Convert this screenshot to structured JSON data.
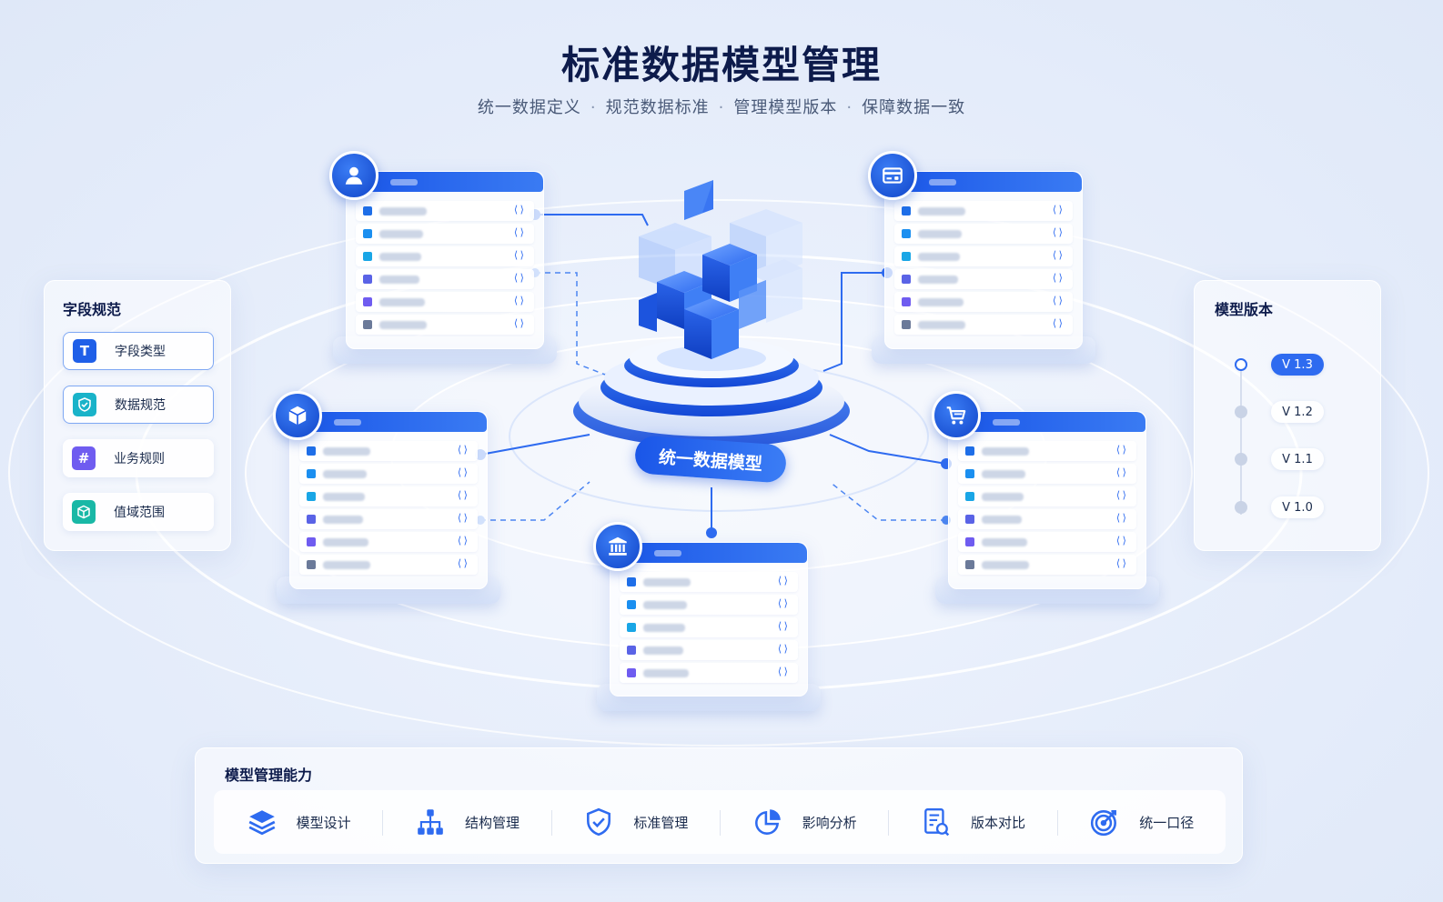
{
  "header": {
    "title": "标准数据模型管理",
    "subtitle_parts": [
      "统一数据定义",
      "规范数据标准",
      "管理模型版本",
      "保障数据一致"
    ],
    "separator": "·"
  },
  "field_spec": {
    "title": "字段规范",
    "items": [
      {
        "label": "字段类型",
        "icon": "T",
        "icon_name": "text-type-icon",
        "color": "#1f5fe8"
      },
      {
        "label": "数据规范",
        "icon": "shield",
        "icon_name": "shield-check-icon",
        "color": "#19b3c9"
      },
      {
        "label": "业务规则",
        "icon": "#",
        "icon_name": "hash-icon",
        "color": "#6f5cf0"
      },
      {
        "label": "值域范围",
        "icon": "cube",
        "icon_name": "cube-icon",
        "color": "#19b8a6"
      }
    ]
  },
  "model_version": {
    "title": "模型版本",
    "versions": [
      "V 1.3",
      "V 1.2",
      "V 1.1",
      "V 1.0"
    ],
    "active": "V 1.3"
  },
  "center": {
    "label": "统一数据模型"
  },
  "cards": [
    {
      "id": "user",
      "icon_name": "user-icon",
      "rows": 6
    },
    {
      "id": "card",
      "icon_name": "credit-card-icon",
      "rows": 6
    },
    {
      "id": "product",
      "icon_name": "box-icon",
      "rows": 6
    },
    {
      "id": "cart",
      "icon_name": "cart-icon",
      "rows": 6
    },
    {
      "id": "institution",
      "icon_name": "bank-icon",
      "rows": 5
    }
  ],
  "row_code_glyph": "⟨⟩",
  "row_colors": [
    "#1f6fe8",
    "#1b8ff0",
    "#19a6e6",
    "#5a63e6",
    "#6f5cf0",
    "#6b7a99"
  ],
  "capabilities": {
    "title": "模型管理能力",
    "items": [
      {
        "label": "模型设计",
        "icon_name": "layers-icon"
      },
      {
        "label": "结构管理",
        "icon_name": "hierarchy-icon"
      },
      {
        "label": "标准管理",
        "icon_name": "shield-check-icon"
      },
      {
        "label": "影响分析",
        "icon_name": "pie-chart-icon"
      },
      {
        "label": "版本对比",
        "icon_name": "document-compare-icon"
      },
      {
        "label": "统一口径",
        "icon_name": "target-icon"
      }
    ]
  },
  "colors": {
    "accent": "#2e6bf0",
    "title": "#0d1b4b"
  }
}
